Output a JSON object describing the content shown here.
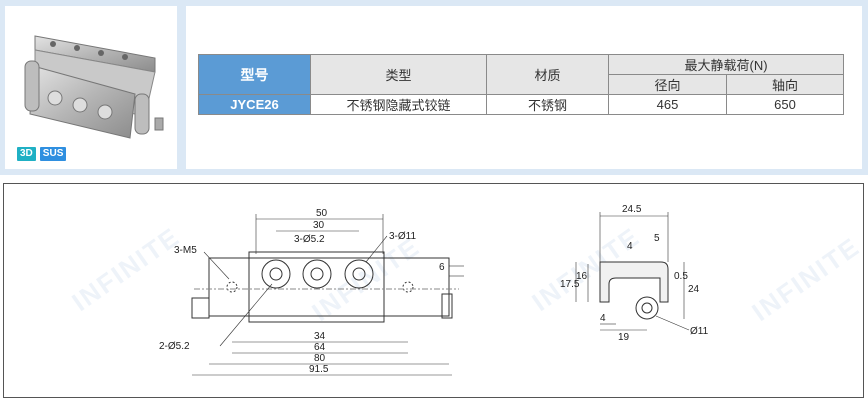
{
  "product": {
    "badges": [
      "3D",
      "SUS"
    ]
  },
  "spec_table": {
    "headers": {
      "model": "型号",
      "type": "类型",
      "material": "材质",
      "max_load": "最大静载荷(N)",
      "radial": "径向",
      "axial": "轴向"
    },
    "row": {
      "model": "JYCE26",
      "type": "不锈钢隐藏式铰链",
      "material": "不锈钢",
      "radial": "465",
      "axial": "650"
    }
  },
  "front_view": {
    "dims": {
      "d50": "50",
      "d30": "30",
      "m5": "3-M5",
      "d52": "3-Ø5.2",
      "d11": "3-Ø11",
      "d6": "6",
      "d34": "34",
      "d64": "64",
      "d80": "80",
      "d915": "91.5",
      "d252": "2-Ø5.2"
    }
  },
  "side_view": {
    "dims": {
      "d245": "24.5",
      "d5": "5",
      "d4a": "4",
      "d175": "17.5",
      "d16": "16",
      "d05": "0.5",
      "d24": "24",
      "d4b": "4",
      "d19": "19",
      "d11": "Ø11"
    }
  },
  "watermark": {
    "text": "INFINITE"
  }
}
